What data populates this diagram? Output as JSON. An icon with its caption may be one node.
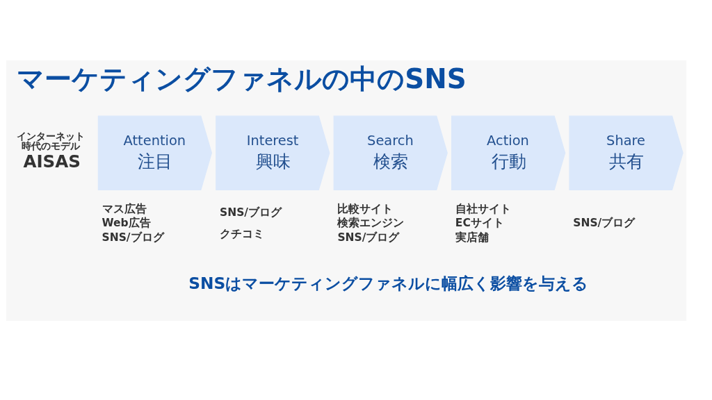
{
  "diagram": {
    "title": "マーケティングファネルの中のSNS",
    "nodes": [
      {
        "text": [
          "Attention",
          "注目"
        ],
        "beside": [
          "マス広告",
          "Web広告",
          "SNS/ブログ"
        ]
      },
      {
        "text": [
          "Interest",
          "興味"
        ],
        "beside": [
          "SNS/ブログ",
          "クチコミ"
        ]
      },
      {
        "text": [
          "Search",
          "検索"
        ],
        "beside": [
          "比較サイト",
          "検索エンジン",
          "SNS/ブログ"
        ]
      },
      {
        "text": [
          "Action",
          "行動"
        ],
        "beside": [
          "自社サイト",
          "ECサイト",
          "実店舗"
        ]
      },
      {
        "text": [
          "Share",
          "共有"
        ],
        "beside": [
          "SNS/ブログ"
        ]
      }
    ],
    "edges": [],
    "labels": [
      "インターネット時代のモデル",
      "AISAS"
    ],
    "caption": "SNSはマーケティングファネルに幅広く影響を与える"
  }
}
